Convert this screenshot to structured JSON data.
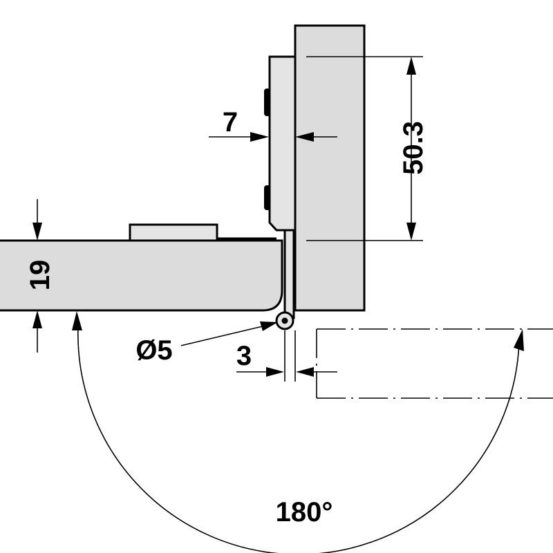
{
  "dimensions": {
    "door_thickness": "19",
    "side_offset": "7",
    "hinge_height": "50.3",
    "pivot_diameter": "Ø5",
    "gap": "3",
    "opening_angle": "180°"
  }
}
